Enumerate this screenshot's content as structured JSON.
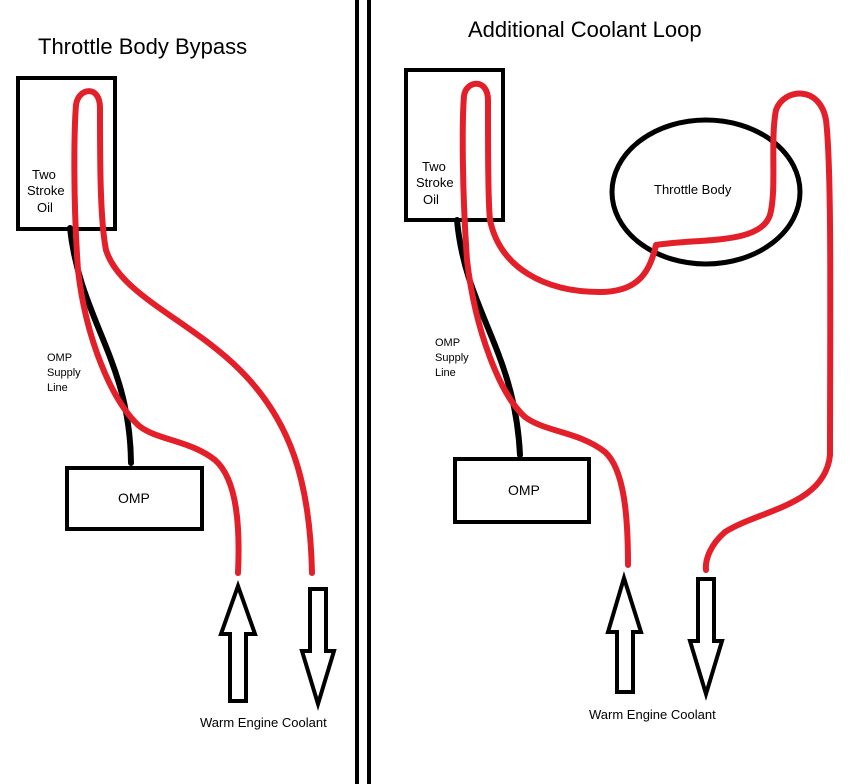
{
  "colors": {
    "coolant_line": "#e3202a",
    "oil_line": "#000000",
    "outline": "#000000",
    "background": "#ffffff"
  },
  "left_panel": {
    "title": "Throttle Body Bypass",
    "oil_tank_label": [
      "Two",
      "Stroke",
      "Oil"
    ],
    "supply_line_label": [
      "OMP",
      "Supply",
      "Line"
    ],
    "omp_label": "OMP",
    "coolant_label": "Warm Engine Coolant"
  },
  "right_panel": {
    "title": "Additional Coolant Loop",
    "oil_tank_label": [
      "Two",
      "Stroke",
      "Oil"
    ],
    "throttle_body_label": "Throttle Body",
    "supply_line_label": [
      "OMP",
      "Supply",
      "Line"
    ],
    "omp_label": "OMP",
    "coolant_label": "Warm Engine Coolant"
  }
}
